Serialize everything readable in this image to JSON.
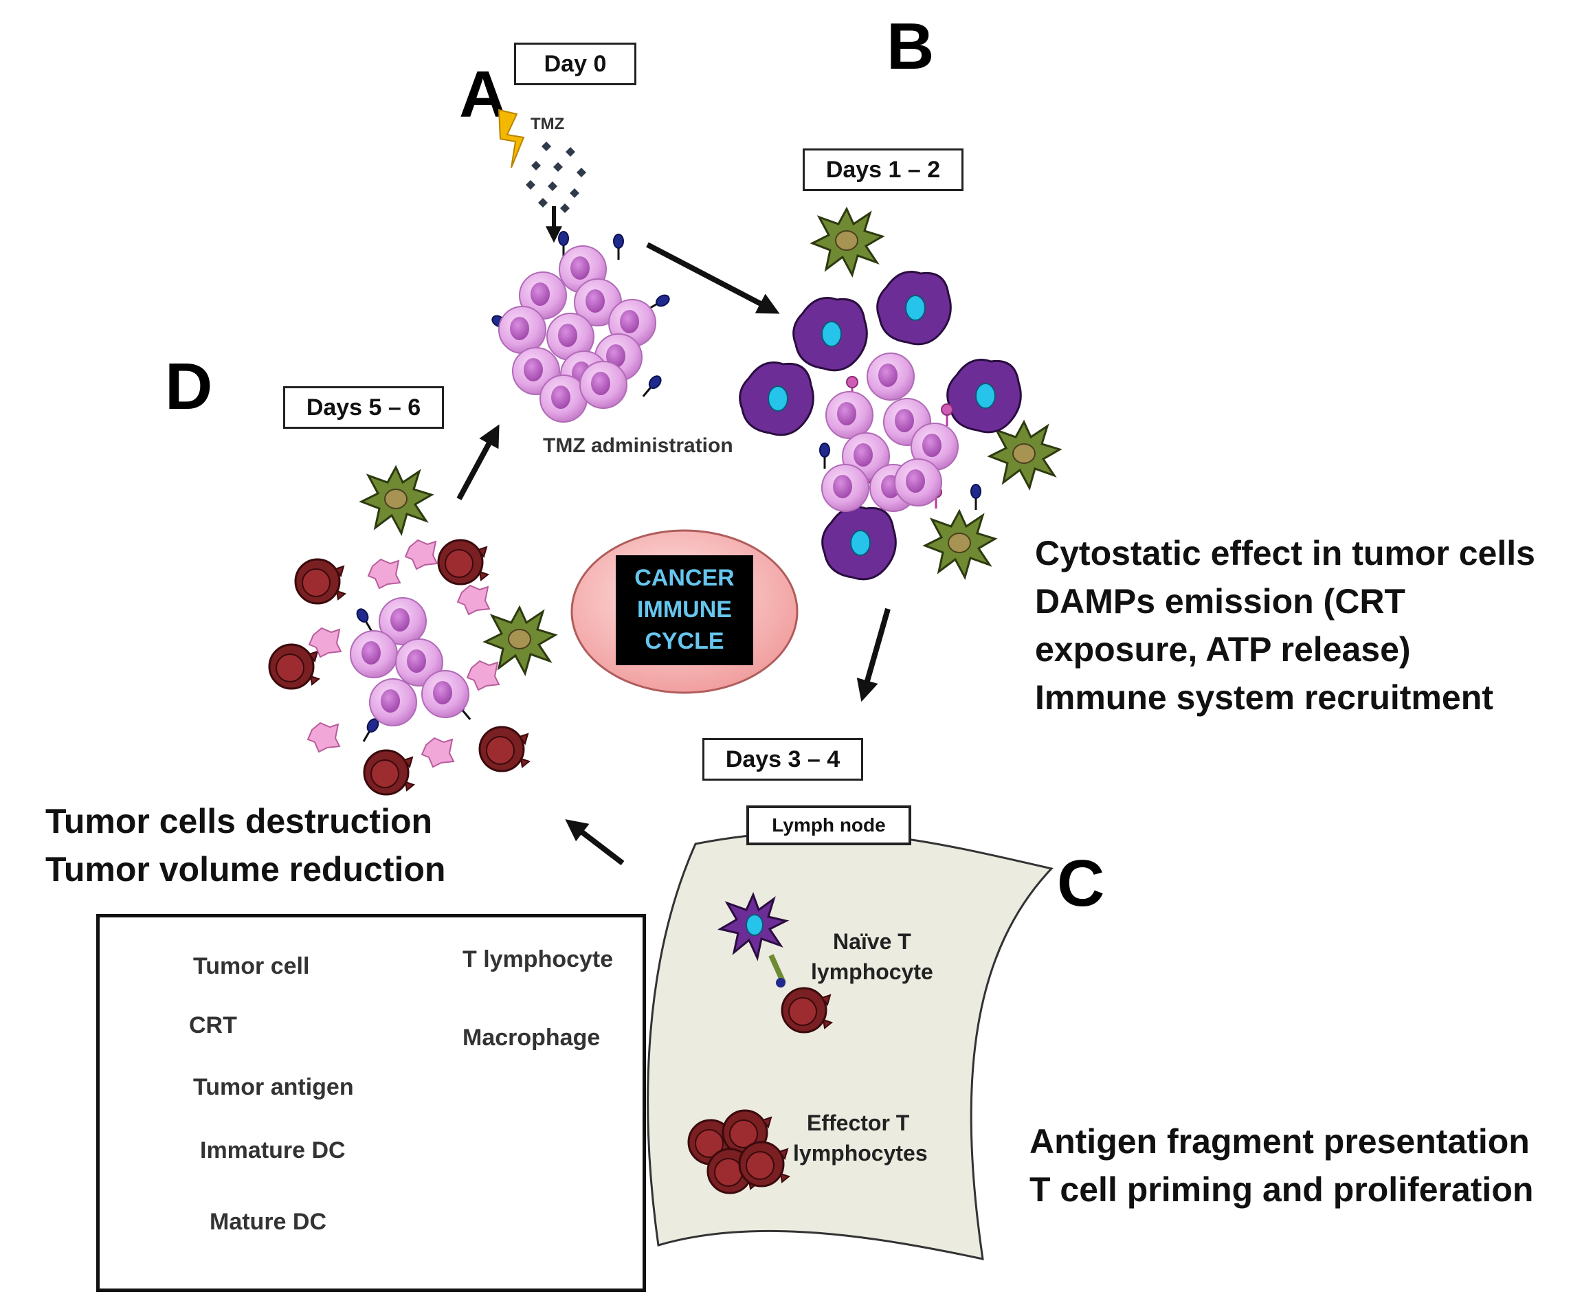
{
  "phases": {
    "a": "A",
    "b": "B",
    "c": "C",
    "d": "D"
  },
  "day_labels": {
    "day0": "Day 0",
    "days12": "Days 1 – 2",
    "days34": "Days 3 – 4",
    "days56": "Days 5 – 6"
  },
  "drug": {
    "name": "TMZ",
    "administration": "TMZ administration"
  },
  "center": {
    "line1": "CANCER",
    "line2": "IMMUNE",
    "line3": "CYCLE"
  },
  "stage_b_text": [
    "Cytostatic effect in tumor cells",
    "DAMPs emission (CRT",
    "exposure, ATP release)",
    "Immune system recruitment"
  ],
  "stage_c_text": [
    "Antigen fragment presentation",
    "T cell priming and proliferation"
  ],
  "stage_d_text": [
    "Tumor cells destruction",
    "Tumor volume reduction"
  ],
  "lymph_node": {
    "title": "Lymph node",
    "naive_line1": "Naïve T",
    "naive_line2": "lymphocyte",
    "effector_line1": "Effector  T",
    "effector_line2": "lymphocytes"
  },
  "legend": {
    "tumor_cell": "Tumor cell",
    "crt": "CRT",
    "tumor_antigen": "Tumor antigen",
    "immature_dc": "Immature DC",
    "mature_dc": "Mature DC",
    "t_lymphocyte": "T lymphocyte",
    "macrophage": "Macrophage"
  },
  "colors": {
    "tumor_cell": "#e3a6e6",
    "tumor_nucleus": "#b95cc4",
    "dc": "#6d2d96",
    "dc_nucleus": "#26c3ea",
    "macrophage": "#6f8a32",
    "macrophage_nucleus": "#a79352",
    "t_lymphocyte": "#7a1f22",
    "crt": "#d05cb4",
    "antigen": "#1f2a8c",
    "cycle_ellipse": "#f2b0b0",
    "lymph_node": "#ecebe0",
    "lightning": "#f5b800"
  }
}
